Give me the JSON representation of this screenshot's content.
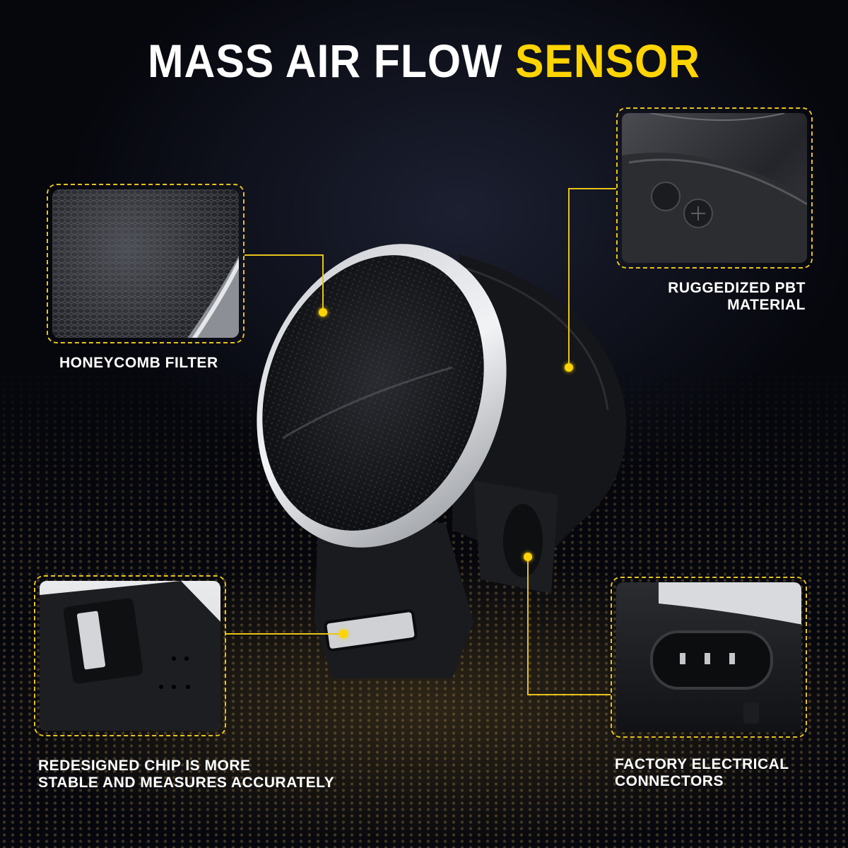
{
  "title": {
    "main": "MASS AIR FLOW ",
    "accent": "SENSOR"
  },
  "colors": {
    "accent": "#ffd400",
    "background": "#06070d"
  },
  "callouts": {
    "honeycomb": {
      "label": "HONEYCOMB FILTER"
    },
    "pbt": {
      "label_line1": "RUGGEDIZED PBT",
      "label_line2": "MATERIAL"
    },
    "chip": {
      "label_line1": "REDESIGNED CHIP IS MORE",
      "label_line2": "STABLE AND MEASURES ACCURATELY"
    },
    "connector": {
      "label_line1": "FACTORY ELECTRICAL",
      "label_line2": "CONNECTORS"
    }
  }
}
